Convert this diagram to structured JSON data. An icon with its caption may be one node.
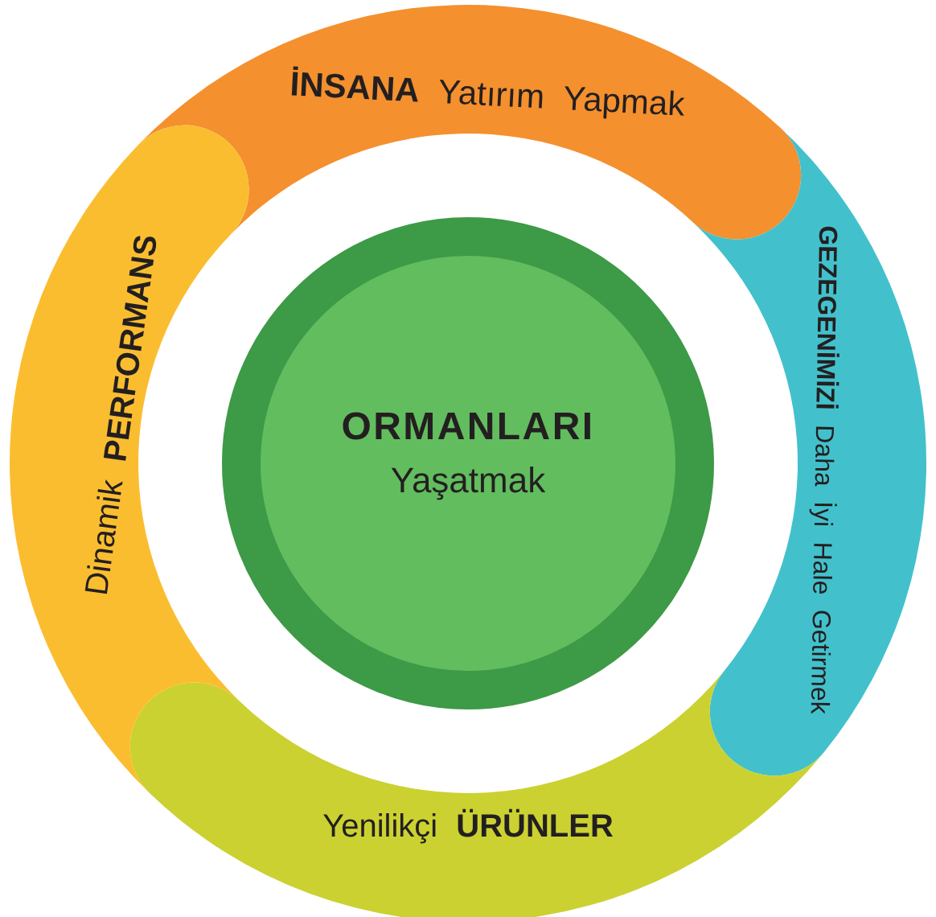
{
  "diagram": {
    "nodes": [
      {
        "text": [
          "ORMANLARI",
          "Yaşatmak"
        ]
      },
      {
        "text": [
          "**İNSANA** Yatırım Yapmak"
        ]
      },
      {
        "text": [
          "**GEZEGENİMİZİ** Daha İyi Hale Getirmek"
        ]
      },
      {
        "text": [
          "Yenilikçi **ÜRÜNLER**"
        ]
      },
      {
        "text": [
          "Dinamik **PERFORMANS**"
        ]
      }
    ]
  }
}
